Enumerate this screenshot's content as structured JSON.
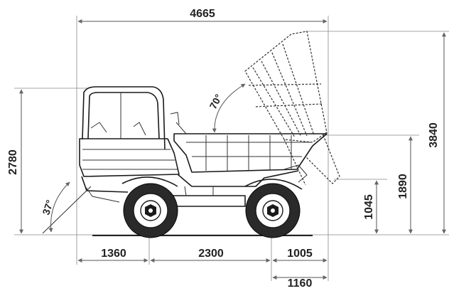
{
  "diagram": {
    "dimensions": {
      "overall_length": "4665",
      "max_tip_height": "3840",
      "cab_height": "2780",
      "tip_pivot_height": "1890",
      "discharge_height": "1045",
      "front_overhang": "1360",
      "wheelbase": "2300",
      "rear_overhang": "1005",
      "rear_reach": "1160"
    },
    "angles": {
      "tip_angle": "70°",
      "approach_angle": "37°"
    }
  }
}
